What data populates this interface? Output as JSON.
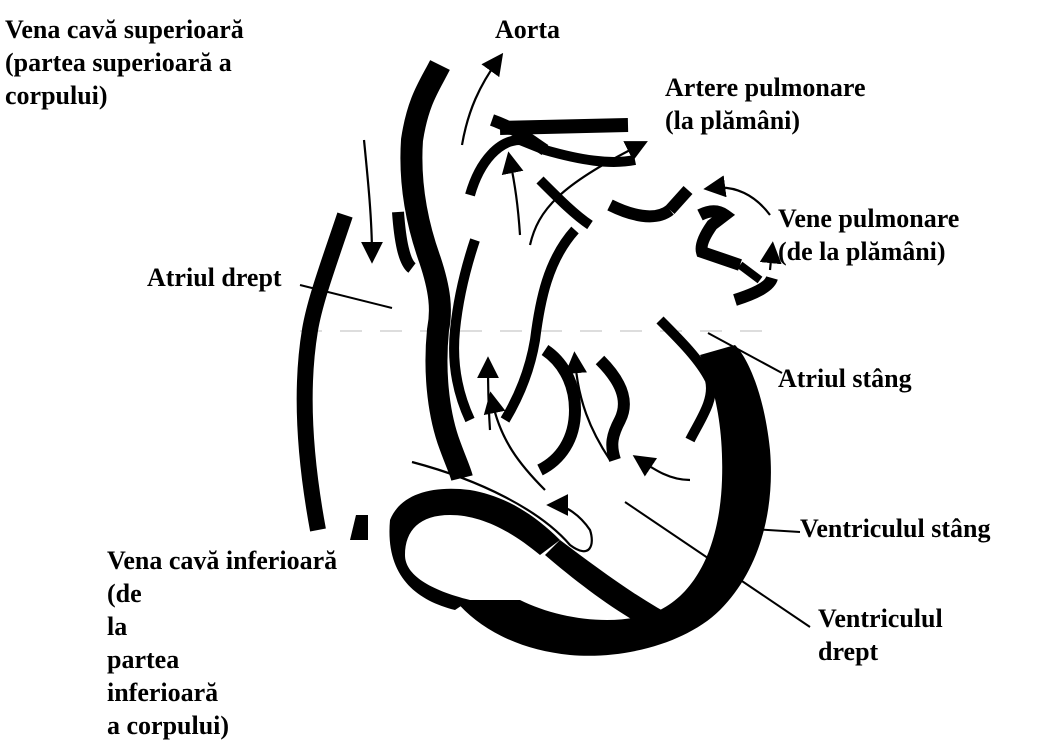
{
  "labels": {
    "vena_cava_superioara": [
      "Vena cavă superioară",
      "(partea superioară a",
      "corpului)"
    ],
    "aorta": "Aorta",
    "artere_pulmonare": [
      "Artere pulmonare",
      "(la plămâni)"
    ],
    "vene_pulmonare": [
      "Vene pulmonare",
      "(de la plămâni)"
    ],
    "atriul_drept": "Atriul drept",
    "atriul_stang": "Atriul stâng",
    "ventriculul_stang": "Ventriculul stâng",
    "ventriculul_drept": [
      "Ventriculul",
      "drept"
    ],
    "vena_cava_inferioara": {
      "line1": "Vena cavă inferioară",
      "line2_words": [
        "(de",
        "la",
        "partea"
      ],
      "line3": "inferioară",
      "line4": "a corpului)"
    }
  },
  "colors": {
    "ink": "#000000",
    "background": "#ffffff",
    "guide": "#bbbbbb"
  }
}
